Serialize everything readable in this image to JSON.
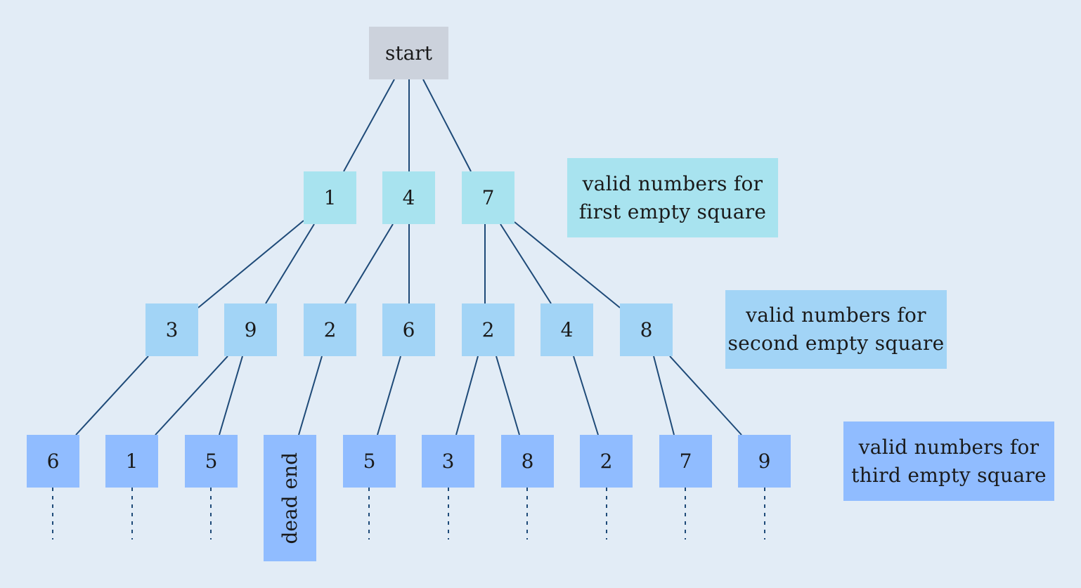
{
  "tree": {
    "root": {
      "label": "start"
    },
    "level1": [
      {
        "label": "1",
        "children": [
          {
            "label": "3",
            "children": [
              {
                "label": "6"
              }
            ]
          },
          {
            "label": "9",
            "children": [
              {
                "label": "1"
              },
              {
                "label": "5"
              }
            ]
          }
        ]
      },
      {
        "label": "4",
        "children": [
          {
            "label": "2",
            "children": [
              {
                "label": "dead end",
                "dead_end": true
              }
            ]
          },
          {
            "label": "6",
            "children": [
              {
                "label": "5"
              }
            ]
          }
        ]
      },
      {
        "label": "7",
        "children": [
          {
            "label": "2",
            "children": [
              {
                "label": "3"
              },
              {
                "label": "8"
              }
            ]
          },
          {
            "label": "4",
            "children": [
              {
                "label": "2"
              }
            ]
          },
          {
            "label": "8",
            "children": [
              {
                "label": "7"
              },
              {
                "label": "9"
              }
            ]
          }
        ]
      }
    ]
  },
  "legends": {
    "first": {
      "line1": "valid numbers for",
      "line2": "first empty square"
    },
    "second": {
      "line1": "valid numbers for",
      "line2": "second empty square"
    },
    "third": {
      "line1": "valid numbers for",
      "line2": "third empty square"
    }
  },
  "colors": {
    "background": "#e2ecf6",
    "root": "#ccd2dc",
    "level1": "#a8e3ef",
    "level2": "#a2d4f6",
    "level3": "#90bcff",
    "edge": "#1e4a78"
  }
}
